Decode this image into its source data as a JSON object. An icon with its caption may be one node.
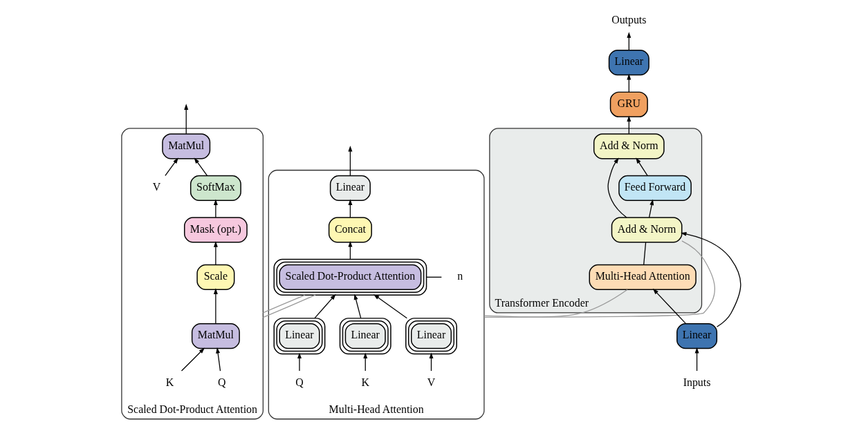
{
  "diagram": {
    "nodes": [
      {
        "text": [
          "Outputs"
        ]
      },
      {
        "text": [
          "Linear"
        ]
      },
      {
        "text": [
          "GRU"
        ]
      },
      {
        "text": [
          "Transformer Encoder"
        ]
      },
      {
        "text": [
          "Add & Norm"
        ],
        "in": 3
      },
      {
        "text": [
          "Feed Forward"
        ],
        "in": 3
      },
      {
        "text": [
          "Add & Norm"
        ],
        "in": 3
      },
      {
        "text": [
          "Multi-Head Attention"
        ],
        "in": 3
      },
      {
        "text": [
          "Linear"
        ]
      },
      {
        "text": [
          "Inputs"
        ]
      },
      {
        "text": [
          "Multi-Head Attention"
        ]
      },
      {
        "text": [
          "Linear"
        ],
        "in": 10
      },
      {
        "text": [
          "Concat"
        ],
        "in": 10
      },
      {
        "text": [
          "Scaled Dot-Product Attention"
        ],
        "in": 10,
        "beside": [
          "n"
        ]
      },
      {
        "text": [
          "Linear"
        ],
        "in": 10
      },
      {
        "text": [
          "Linear"
        ],
        "in": 10
      },
      {
        "text": [
          "Linear"
        ],
        "in": 10
      },
      {
        "text": [
          "V"
        ],
        "in": 10
      },
      {
        "text": [
          "K"
        ],
        "in": 10
      },
      {
        "text": [
          "Q"
        ],
        "in": 10
      },
      {
        "text": [
          "Scaled Dot-Product Attention"
        ]
      },
      {
        "text": [
          "MatMul"
        ],
        "in": 20
      },
      {
        "text": [
          "SoftMax"
        ],
        "in": 20
      },
      {
        "text": [
          "Mask (opt.)"
        ],
        "in": 20
      },
      {
        "text": [
          "Scale"
        ],
        "in": 20
      },
      {
        "text": [
          "MatMul"
        ],
        "in": 20
      },
      {
        "text": [
          "Q"
        ],
        "in": 20
      },
      {
        "text": [
          "K"
        ],
        "in": 20
      },
      {
        "text": [
          "V"
        ],
        "in": 20
      }
    ],
    "edges": [
      {
        "from": 9,
        "to": 8,
        "arrow": "to"
      },
      {
        "from": 8,
        "to": 7,
        "arrow": "to"
      },
      {
        "from": 8,
        "to": 6,
        "arrow": "to"
      },
      {
        "from": 7,
        "to": 6,
        "arrow": "none"
      },
      {
        "from": 6,
        "to": 5,
        "arrow": "to"
      },
      {
        "from": 6,
        "to": 4,
        "arrow": "to"
      },
      {
        "from": 5,
        "to": 4,
        "arrow": "to"
      },
      {
        "from": 4,
        "to": 2,
        "arrow": "to"
      },
      {
        "from": 2,
        "to": 1,
        "arrow": "to"
      },
      {
        "from": 1,
        "to": 0,
        "arrow": "to"
      },
      {
        "from": 6,
        "to": 10,
        "arrow": "none",
        "color": "#999999"
      },
      {
        "from": 7,
        "to": 10,
        "arrow": "none",
        "color": "#999999"
      },
      {
        "from": 17,
        "to": 14,
        "arrow": "to"
      },
      {
        "from": 18,
        "to": 15,
        "arrow": "to"
      },
      {
        "from": 19,
        "to": 16,
        "arrow": "to"
      },
      {
        "from": 14,
        "to": 13,
        "arrow": "to"
      },
      {
        "from": 15,
        "to": 13,
        "arrow": "to"
      },
      {
        "from": 16,
        "to": 13,
        "arrow": "to"
      },
      {
        "from": 13,
        "to": 12,
        "arrow": "to"
      },
      {
        "from": 12,
        "to": 11,
        "arrow": "to"
      },
      {
        "from": 11,
        "to": null,
        "arrow": "to"
      },
      {
        "from": 13,
        "to": 20,
        "arrow": "none",
        "color": "#999999"
      },
      {
        "from": 13,
        "to": 20,
        "arrow": "none",
        "color": "#999999"
      },
      {
        "from": 26,
        "to": 25,
        "arrow": "to"
      },
      {
        "from": 27,
        "to": 25,
        "arrow": "to"
      },
      {
        "from": 25,
        "to": 24,
        "arrow": "to"
      },
      {
        "from": 24,
        "to": 23,
        "arrow": "to"
      },
      {
        "from": 23,
        "to": 22,
        "arrow": "to"
      },
      {
        "from": 22,
        "to": 21,
        "arrow": "to"
      },
      {
        "from": 28,
        "to": 21,
        "arrow": "to"
      },
      {
        "from": 21,
        "to": null,
        "arrow": "to"
      }
    ]
  }
}
